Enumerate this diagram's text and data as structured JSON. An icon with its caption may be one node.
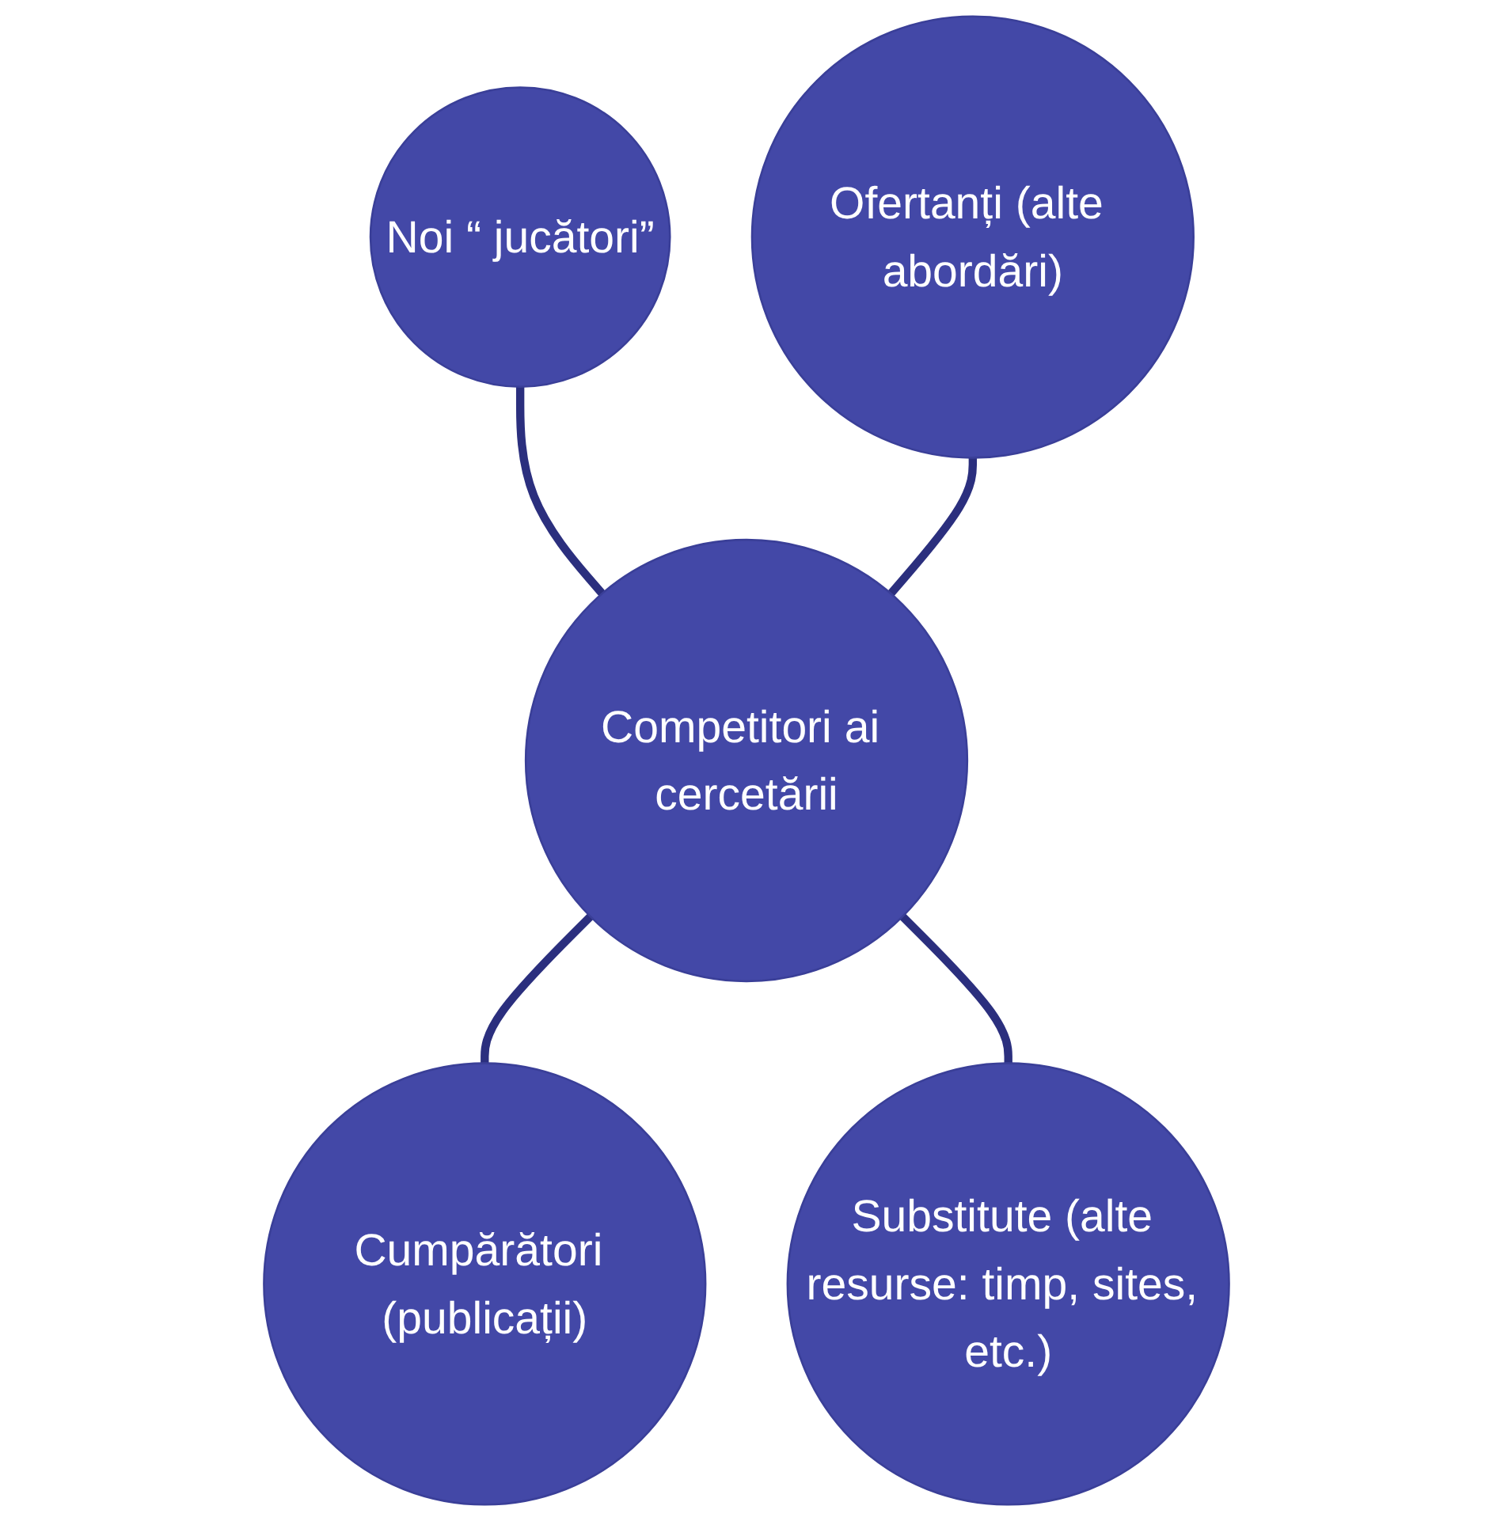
{
  "diagram": {
    "nodes": [
      {
        "text": [
          "Noi “ jucători”"
        ]
      },
      {
        "text": [
          "Ofertanți (alte abordări)"
        ]
      },
      {
        "text": [
          "Competitori ai cercetării"
        ]
      },
      {
        "text": [
          "Cumpărători (publicații)"
        ]
      },
      {
        "text": [
          "Substitute (alte resurse: timp, sites, etc.)"
        ]
      }
    ],
    "edges": [
      {
        "from": 0,
        "to": 2,
        "arrow": "none"
      },
      {
        "from": 1,
        "to": 2,
        "arrow": "none"
      },
      {
        "from": 2,
        "to": 3,
        "arrow": "none"
      },
      {
        "from": 2,
        "to": 4,
        "arrow": "none"
      }
    ]
  }
}
